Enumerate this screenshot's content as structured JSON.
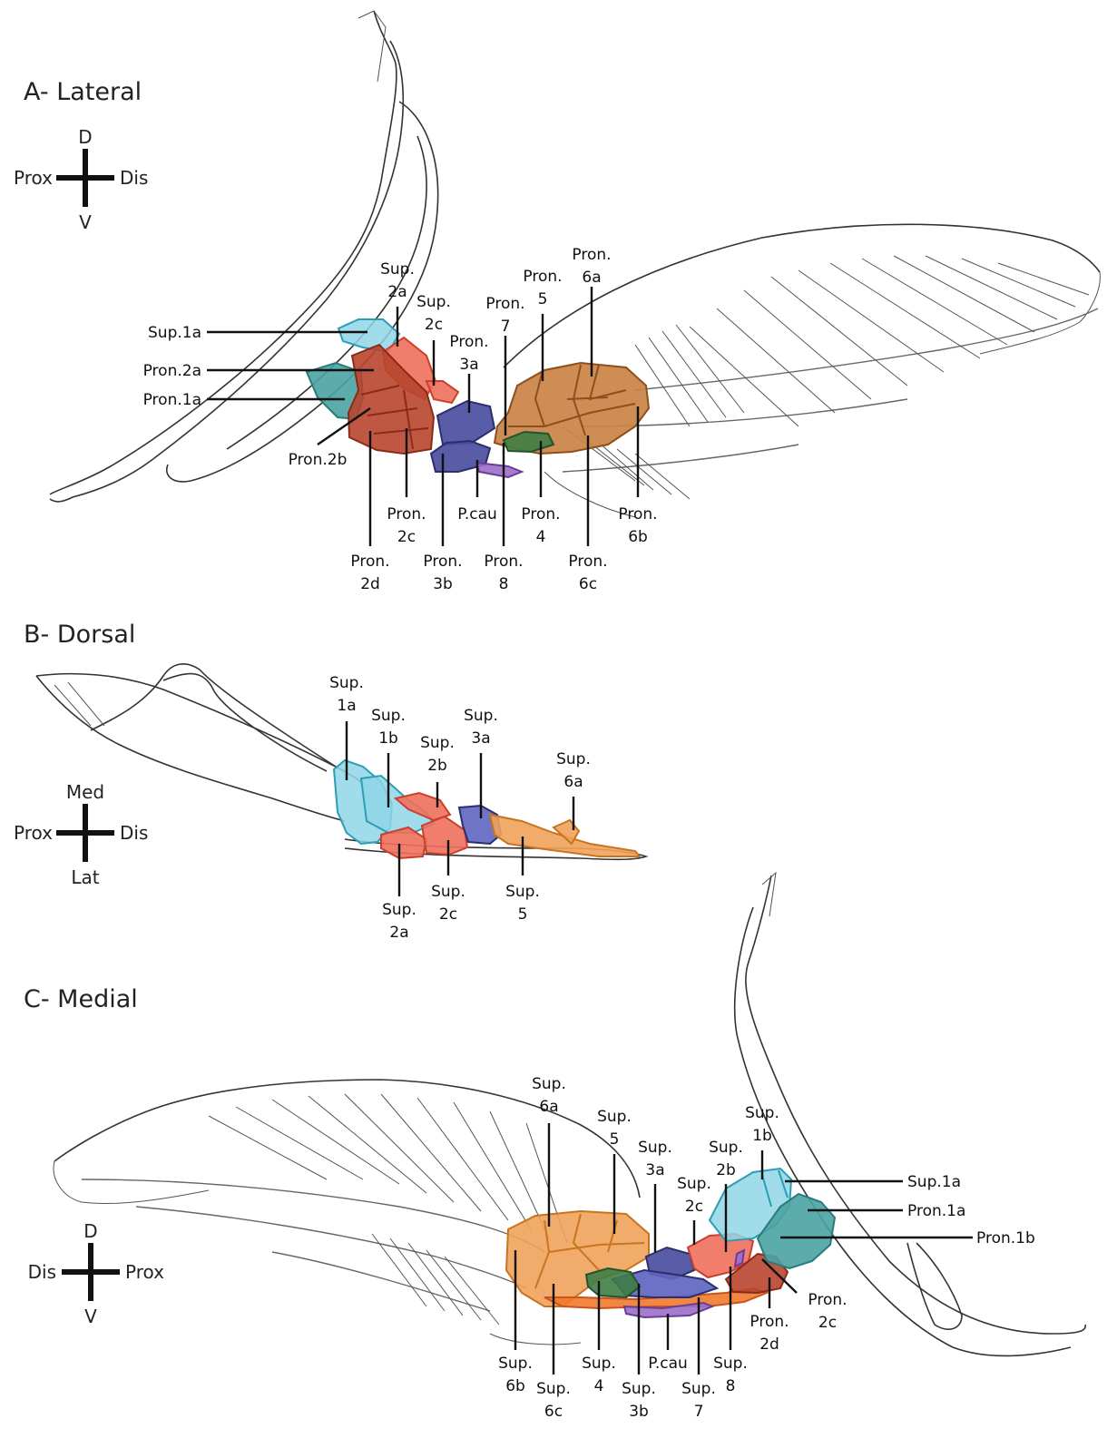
{
  "panels": {
    "a": {
      "title": "A- Lateral",
      "orient": {
        "top": "D",
        "left": "Prox",
        "right": "Dis",
        "bottom": "V"
      },
      "labels": {
        "sup1a": "Sup.1a",
        "pron2a": "Pron.2a",
        "pron1a": "Pron.1a",
        "pron2b": "Pron.2b",
        "sup2a": [
          "Sup.",
          "2a"
        ],
        "sup2c": [
          "Sup.",
          "2c"
        ],
        "pron3a": [
          "Pron.",
          "3a"
        ],
        "pron7": [
          "Pron.",
          "7"
        ],
        "pron5": [
          "Pron.",
          "5"
        ],
        "pron6a": [
          "Pron.",
          "6a"
        ],
        "pron2c": [
          "Pron.",
          "2c"
        ],
        "pcau": "P.cau",
        "pron4": [
          "Pron.",
          "4"
        ],
        "pron6b": [
          "Pron.",
          "6b"
        ],
        "pron2d": [
          "Pron.",
          "2d"
        ],
        "pron3b": [
          "Pron.",
          "3b"
        ],
        "pron8": [
          "Pron.",
          "8"
        ],
        "pron6c": [
          "Pron.",
          "6c"
        ]
      }
    },
    "b": {
      "title": "B- Dorsal",
      "orient": {
        "top": "Med",
        "left": "Prox",
        "right": "Dis",
        "bottom": "Lat"
      },
      "labels": {
        "sup1a": [
          "Sup.",
          "1a"
        ],
        "sup1b": [
          "Sup.",
          "1b"
        ],
        "sup2b": [
          "Sup.",
          "2b"
        ],
        "sup3a": [
          "Sup.",
          "3a"
        ],
        "sup6a": [
          "Sup.",
          "6a"
        ],
        "sup2a": [
          "Sup.",
          "2a"
        ],
        "sup2c": [
          "Sup.",
          "2c"
        ],
        "sup5": [
          "Sup.",
          "5"
        ]
      }
    },
    "c": {
      "title": "C- Medial",
      "orient": {
        "top": "D",
        "left": "Dis",
        "right": "Prox",
        "bottom": "V"
      },
      "labels": {
        "sup6a": [
          "Sup.",
          "6a"
        ],
        "sup5": [
          "Sup.",
          "5"
        ],
        "sup3a": [
          "Sup.",
          "3a"
        ],
        "sup2c": [
          "Sup.",
          "2c"
        ],
        "sup2b": [
          "Sup.",
          "2b"
        ],
        "sup1b": [
          "Sup.",
          "1b"
        ],
        "sup1a": "Sup.1a",
        "pron1a": "Pron.1a",
        "pron1b": "Pron.1b",
        "pron2c": [
          "Pron.",
          "2c"
        ],
        "pron2d": [
          "Pron.",
          "2d"
        ],
        "sup6b": [
          "Sup.",
          "6b"
        ],
        "sup6c": [
          "Sup.",
          "6c"
        ],
        "sup4": [
          "Sup.",
          "4"
        ],
        "sup3b": [
          "Sup.",
          "3b"
        ],
        "pcau": "P.cau",
        "sup7": [
          "Sup.",
          "7"
        ],
        "sup8": [
          "Sup.",
          "8"
        ]
      }
    }
  },
  "colors": {
    "light_cyan": "#8fd6e6",
    "teal": "#4aa3a3",
    "salmon": "#f0705c",
    "brick": "#b8452f",
    "navy": "#4b4e9e",
    "tan": "#c98345",
    "orange": "#f0a25a",
    "green": "#3f7d46",
    "violet": "#9b6fc9"
  }
}
